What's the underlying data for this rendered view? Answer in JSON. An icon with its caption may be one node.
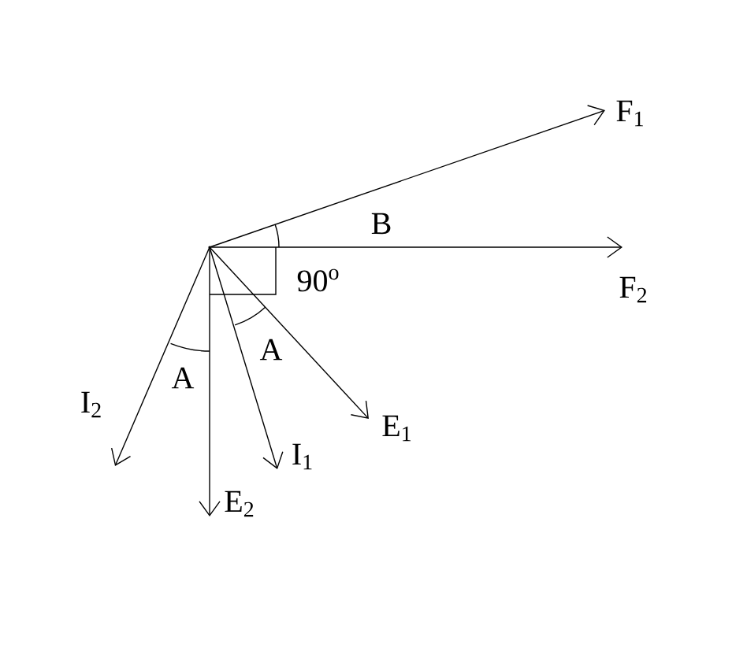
{
  "diagram": {
    "nodes": [
      {
        "text": [
          "F$_{1}$"
        ]
      },
      {
        "text": [
          "F$_{2}$"
        ]
      },
      {
        "text": [
          "E$_{1}$"
        ]
      },
      {
        "text": [
          "I$_{1}$"
        ]
      },
      {
        "text": [
          "E$_{2}$"
        ]
      },
      {
        "text": [
          "I$_{2}$"
        ]
      },
      {
        "text": [],
        "shape": "point"
      }
    ],
    "edges": [
      {
        "from": 6,
        "to": 0,
        "arrow": "to"
      },
      {
        "from": 6,
        "to": 1,
        "arrow": "to"
      },
      {
        "from": 6,
        "to": 2,
        "arrow": "to"
      },
      {
        "from": 6,
        "to": 3,
        "arrow": "to"
      },
      {
        "from": 6,
        "to": 4,
        "arrow": "to"
      },
      {
        "from": 6,
        "to": 5,
        "arrow": "to"
      }
    ],
    "labels": [
      "B",
      "90$^{o}$",
      "A",
      "A"
    ]
  }
}
